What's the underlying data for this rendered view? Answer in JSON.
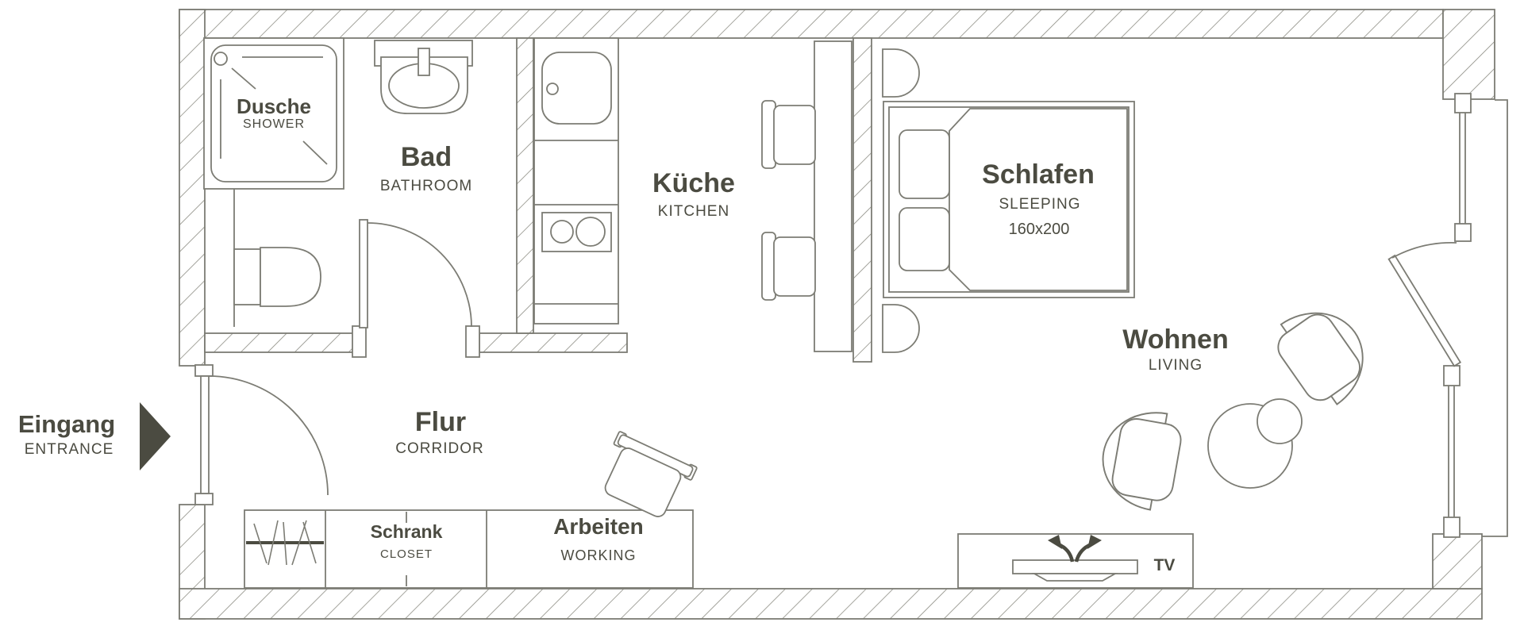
{
  "title": "Apartment floor plan",
  "colors": {
    "wall_line": "#7c7c74",
    "hatch_line": "#8d8d84",
    "accent_dark": "#4b4b41",
    "background": "#ffffff"
  },
  "entrance": {
    "label": "Eingang",
    "sublabel": "ENTRANCE"
  },
  "rooms": {
    "shower": {
      "label": "Dusche",
      "sublabel": "SHOWER"
    },
    "bathroom": {
      "label": "Bad",
      "sublabel": "BATHROOM"
    },
    "kitchen": {
      "label": "Küche",
      "sublabel": "KITCHEN"
    },
    "sleeping": {
      "label": "Schlafen",
      "sublabel": "SLEEPING",
      "bed_size": "160x200"
    },
    "living": {
      "label": "Wohnen",
      "sublabel": "LIVING"
    },
    "corridor": {
      "label": "Flur",
      "sublabel": "CORRIDOR"
    },
    "closet": {
      "label": "Schrank",
      "sublabel": "CLOSET"
    },
    "working": {
      "label": "Arbeiten",
      "sublabel": "WORKING"
    }
  },
  "furniture": {
    "tv_label": "TV"
  }
}
